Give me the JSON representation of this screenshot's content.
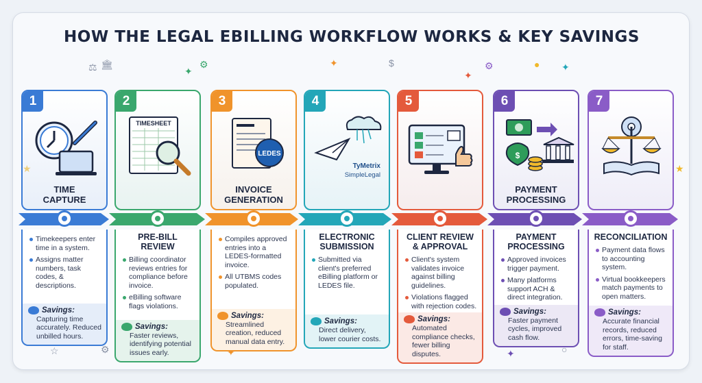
{
  "title": "HOW THE LEGAL EBILLING WORKFLOW WORKS & KEY SAVINGS",
  "colors": {
    "blue": "#3a7bd5",
    "green": "#3aa76d",
    "orange": "#f0932b",
    "teal": "#23a6b8",
    "red": "#e45a3c",
    "violet": "#6d4fb3",
    "purple": "#8a5cc7"
  },
  "steps": [
    {
      "number": "1",
      "card_label": "TIME\nCAPTURE",
      "icon": "clock-laptop-pen-icon",
      "panel_heading": "",
      "bullets": [
        "Timekeepers enter time in a system.",
        "Assigns matter numbers, task codes, & descriptions."
      ],
      "savings_label": "Savings:",
      "savings_text": "Capturing time accurately. Reduced unbilled hours."
    },
    {
      "number": "2",
      "card_label": "",
      "icon": "timesheet-magnifier-icon",
      "timesheet_text": "TIMESHEET",
      "panel_heading": "PRE-BILL\nREVIEW",
      "bullets": [
        "Billing coordinator reviews entries for compliance before invoice.",
        "eBilling software flags violations."
      ],
      "savings_label": "Savings:",
      "savings_text": "Faster reviews, identifying potential issues early."
    },
    {
      "number": "3",
      "card_label": "INVOICE\nGENERATION",
      "icon": "invoice-ledes-icon",
      "ledes_text": "LEDES",
      "panel_heading": "",
      "bullets": [
        "Compiles approved entries into a LEDES-formatted invoice.",
        "All UTBMS codes populated."
      ],
      "savings_label": "Savings:",
      "savings_text": "Streamlined creation, reduced manual data entry."
    },
    {
      "number": "4",
      "card_label": "",
      "icon": "paper-plane-cloud-icon",
      "brand_1": "TyMetrix",
      "brand_2": "SimpleLegal",
      "panel_heading": "ELECTRONIC\nSUBMISSION",
      "bullets": [
        "Submitted via client's preferred eBilling platform or LEDES file."
      ],
      "savings_label": "Savings:",
      "savings_text": "Direct delivery, lower courier costs."
    },
    {
      "number": "5",
      "card_label": "",
      "icon": "monitor-checklist-thumbs-up-icon",
      "panel_heading": "CLIENT REVIEW\n& APPROVAL",
      "bullets": [
        "Client's system validates invoice against billing guidelines.",
        "Violations flagged with rejection codes."
      ],
      "savings_label": "Savings:",
      "savings_text": "Automated compliance checks, fewer billing disputes."
    },
    {
      "number": "6",
      "card_label": "PAYMENT\nPROCESSING",
      "icon": "money-bank-icon",
      "panel_heading": "PAYMENT\nPROCESSING",
      "bullets": [
        "Approved invoices trigger payment.",
        "Many platforms support ACH & direct integration."
      ],
      "savings_label": "Savings:",
      "savings_text": "Faster payment cycles, improved cash flow."
    },
    {
      "number": "7",
      "card_label": "",
      "icon": "scales-gear-book-icon",
      "panel_heading": "RECONCILIATION",
      "bullets": [
        "Payment data flows to accounting system.",
        "Virtual bookkeepers match payments to open matters."
      ],
      "savings_label": "Savings:",
      "savings_text": "Accurate financial records, reduced errors, time-saving for staff."
    }
  ]
}
